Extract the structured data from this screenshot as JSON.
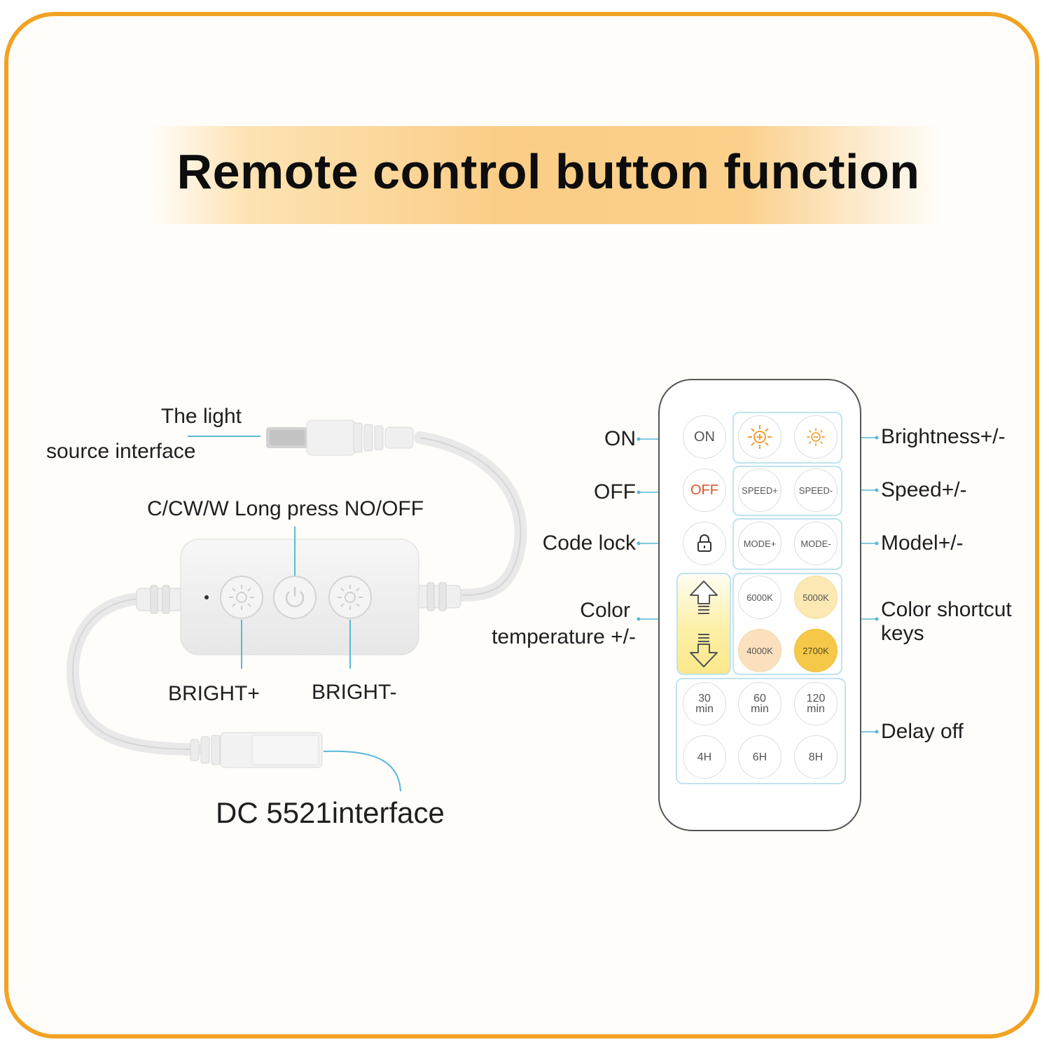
{
  "title": "Remote control button function",
  "colors": {
    "frame": "#f2a323",
    "banner": "#fbcd86",
    "leader": "#5ab8d8",
    "off_text": "#d8572a",
    "warm_key": "#f5c84a"
  },
  "controller": {
    "light_interface_label_line1": "The light",
    "light_interface_label_line2": "source interface",
    "power_label": "C/CW/W Long press NO/OFF",
    "bright_plus_label": "BRIGHT+",
    "bright_minus_label": "BRIGHT-",
    "dc_label": "DC 5521interface",
    "buttons": [
      {
        "name": "bright-plus-button",
        "icon": "sun-icon"
      },
      {
        "name": "power-button",
        "icon": "power-icon"
      },
      {
        "name": "bright-minus-button",
        "icon": "sun-icon"
      }
    ]
  },
  "remote": {
    "left_labels": {
      "on": "ON",
      "off": "OFF",
      "code_lock": "Code lock",
      "color_temp_line1": "Color",
      "color_temp_line2": "temperature +/-"
    },
    "right_labels": {
      "brightness": "Brightness+/-",
      "speed": "Speed+/-",
      "model": "Model+/-",
      "color_shortcut_line1": "Color shortcut",
      "color_shortcut_line2": "keys",
      "delay_off": "Delay off"
    },
    "keys": {
      "on": "ON",
      "off": "OFF",
      "lock_icon": "lock-icon",
      "brightness_plus_icon": "sun-plus-icon",
      "brightness_minus_icon": "sun-minus-icon",
      "speed_plus": "SPEED+",
      "speed_minus": "SPEED-",
      "mode_plus": "MODE+",
      "mode_minus": "MODE-",
      "cct_up_icon": "arrow-up-icon",
      "cct_down_icon": "arrow-down-icon",
      "k6000": "6000K",
      "k5000": "5000K",
      "k4000": "4000K",
      "k2700": "2700K",
      "t30_top": "30",
      "t30_bottom": "min",
      "t60_top": "60",
      "t60_bottom": "min",
      "t120_top": "120",
      "t120_bottom": "min",
      "t4h": "4H",
      "t6h": "6H",
      "t8h": "8H"
    }
  }
}
